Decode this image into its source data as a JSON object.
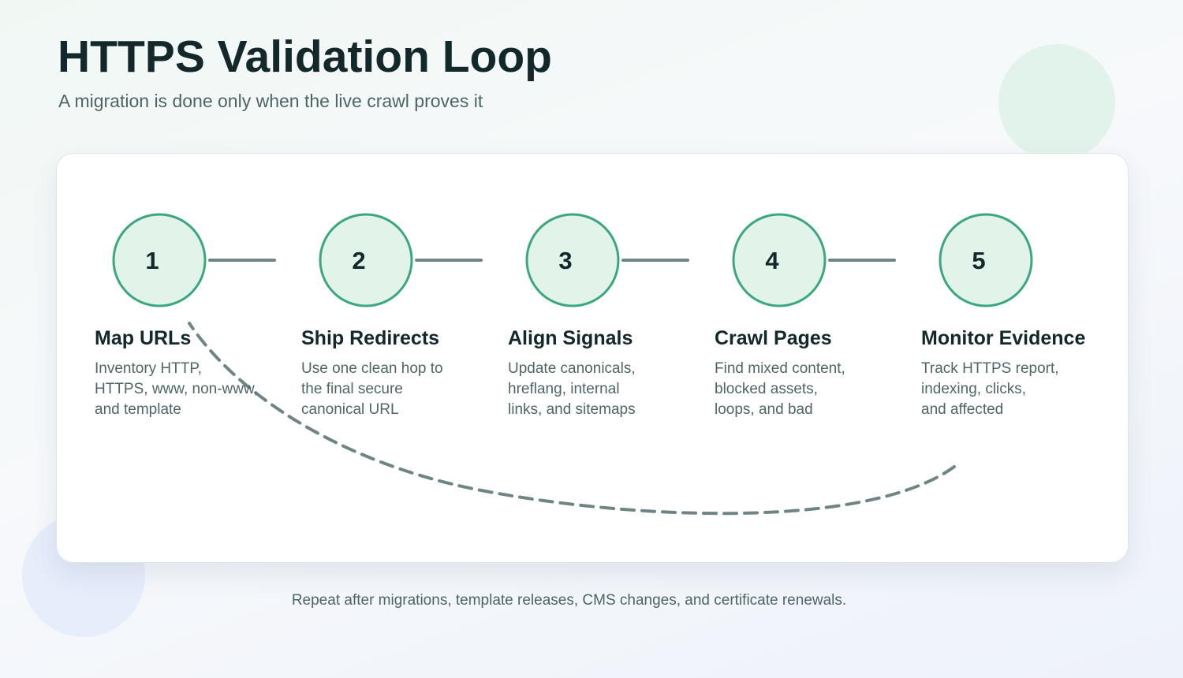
{
  "header": {
    "title": "HTTPS Validation Loop",
    "subtitle": "A migration is done only when the live crawl proves it"
  },
  "steps": [
    {
      "number": "1",
      "title": "Map URLs",
      "description": "Inventory HTTP,\nHTTPS, www, non-www,\nand template"
    },
    {
      "number": "2",
      "title": "Ship Redirects",
      "description": "Use one clean hop to\nthe final secure\ncanonical URL"
    },
    {
      "number": "3",
      "title": "Align Signals",
      "description": "Update canonicals,\nhreflang, internal\nlinks, and sitemaps"
    },
    {
      "number": "4",
      "title": "Crawl Pages",
      "description": "Find mixed content,\nblocked assets,\nloops, and bad"
    },
    {
      "number": "5",
      "title": "Monitor Evidence",
      "description": "Track HTTPS report,\nindexing, clicks,\nand affected"
    }
  ],
  "loop_arrow": {
    "from_step": "5",
    "to_step": "1",
    "style": "dashed"
  },
  "footer": {
    "note": "Repeat after migrations, template releases, CMS changes, and certificate renewals."
  },
  "colors": {
    "node_fill": "#e2f4ea",
    "node_stroke": "#3aa77f",
    "connector": "#6f8585",
    "title_text": "#13282a",
    "body_text": "#4f6566"
  }
}
